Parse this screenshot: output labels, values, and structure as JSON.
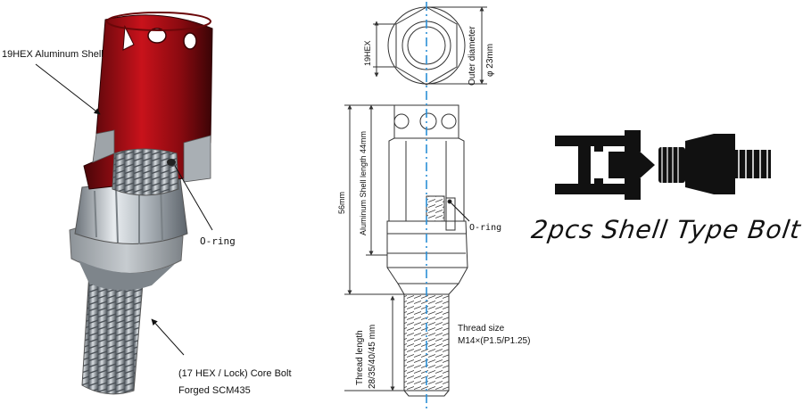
{
  "callouts": {
    "shell": "19HEX Aluminum Shell",
    "oring_left": "O-ring",
    "core_line1": "(17 HEX / Lock)  Core Bolt",
    "core_line2": "Forged SCM435"
  },
  "drawing": {
    "hex_label": "19HEX",
    "outer_line1": "Outer diameter",
    "outer_line2": "φ 23mm",
    "shell_length": "Aluminum Shell length 44mm",
    "overall_length": "56mm",
    "oring_right": "O-ring",
    "thread_len_line1": "Thread length",
    "thread_len_line2": "28/35/40/45 mm",
    "thread_size_line1": "Thread size",
    "thread_size_line2": "M14×(P1.5/P1.25)"
  },
  "logo": {
    "caption": "2pcs Shell Type Bolt"
  },
  "colors": {
    "shell_red": "#b3141c",
    "steel": "#9aa3ab",
    "centerline": "#2b8fd6",
    "logo_black": "#111111"
  }
}
